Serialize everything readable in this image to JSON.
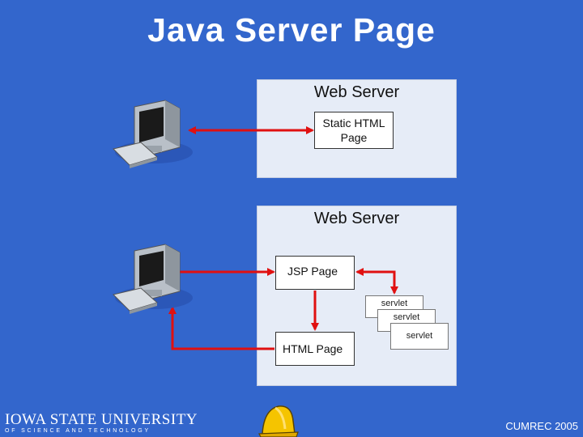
{
  "slide": {
    "title": "Java Server Page"
  },
  "diagram": {
    "top_panel": {
      "title": "Web Server",
      "static_page_label": "Static HTML Page"
    },
    "bottom_panel": {
      "title": "Web Server",
      "jsp_page_label": "JSP Page",
      "html_page_label": "HTML Page",
      "servlets": [
        "servlet",
        "servlet",
        "servlet"
      ]
    },
    "arrow_color": "#e01010"
  },
  "footer": {
    "logo_main": "IOWA STATE UNIVERSITY",
    "logo_sub": "OF SCIENCE AND TECHNOLOGY",
    "event": "CUMREC 2005"
  }
}
